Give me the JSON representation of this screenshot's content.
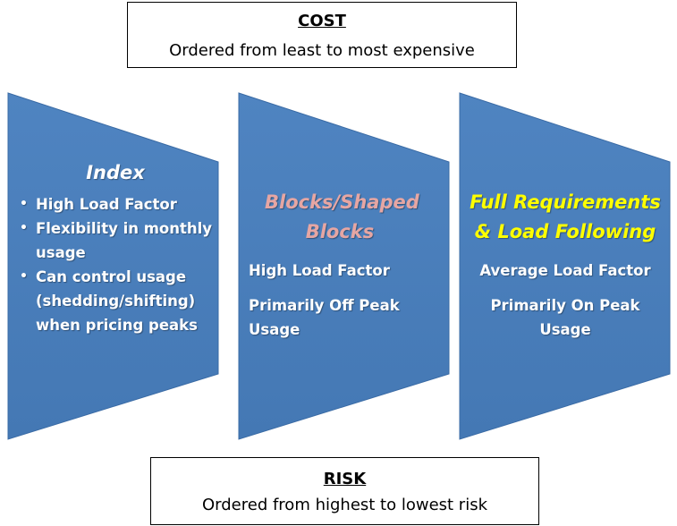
{
  "cost": {
    "heading": "COST",
    "description": "Ordered from least to most expensive"
  },
  "risk": {
    "heading": "RISK",
    "description": "Ordered from highest to lowest risk"
  },
  "panels": [
    {
      "title": "Index",
      "bullets": [
        "High Load Factor",
        "Flexibility in monthly usage",
        "Can control usage (shedding/shifting) when pricing peaks"
      ]
    },
    {
      "title": "Blocks/Shaped Blocks",
      "lines": [
        "High Load Factor",
        "Primarily Off Peak Usage"
      ]
    },
    {
      "title": "Full Requirements & Load Following",
      "lines": [
        "Average Load Factor",
        "Primarily On Peak Usage"
      ]
    }
  ],
  "colors": {
    "panel_fill": "#4A7EBB",
    "panel_edge": "#3A6BA5",
    "title_index": "#FFFFFF",
    "title_blocks": "#E6A6A3",
    "title_full": "#FFFF00",
    "text": "#FFFFFF"
  }
}
